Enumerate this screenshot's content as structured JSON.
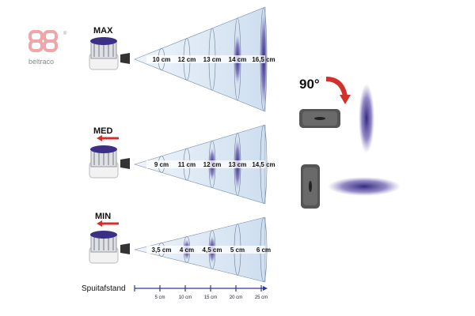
{
  "logo": {
    "text": "beltraco",
    "mark": "®"
  },
  "rows": [
    {
      "mode": "MAX",
      "distances": [
        "10 cm",
        "12 cm",
        "13 cm",
        "14 cm",
        "16,5 cm"
      ]
    },
    {
      "mode": "MED",
      "distances": [
        "9 cm",
        "11 cm",
        "12 cm",
        "13 cm",
        "14,5 cm"
      ]
    },
    {
      "mode": "MIN",
      "distances": [
        "3,5 cm",
        "4 cm",
        "4,5 cm",
        "5 cm",
        "6 cm"
      ]
    }
  ],
  "rotation": {
    "label": "90°"
  },
  "axis": {
    "label": "Spuitafstand",
    "ticks": [
      "5 cm",
      "10 cm",
      "15 cm",
      "20 cm",
      "25 cm"
    ]
  },
  "colors": {
    "spray": "#3a2c8c",
    "cone": "#dbe7f3",
    "arrow": "#d0312d",
    "logo": "#f0a5aa",
    "knob": "#3b2f86"
  }
}
